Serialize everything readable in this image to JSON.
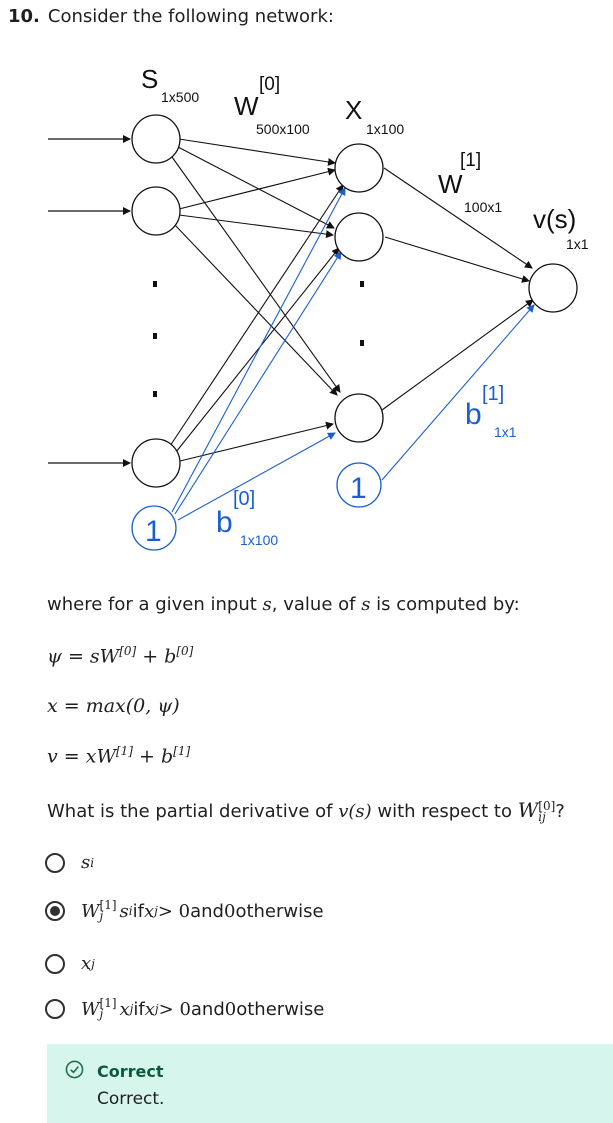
{
  "question": {
    "number": "10.",
    "title": "Consider the following network:"
  },
  "diagram": {
    "s_label": "S",
    "s_dim": "1x500",
    "w0_label": "W",
    "w0_sup": "[0]",
    "w0_dim": "500x100",
    "x_label": "X",
    "x_dim": "1x100",
    "w1_label": "W",
    "w1_sup": "[1]",
    "w1_dim": "100x1",
    "v_label": "v(s)",
    "v_dim": "1x1",
    "b0_label": "b",
    "b0_sup": "[0]",
    "b0_dim": "1x100",
    "b1_label": "b",
    "b1_sup": "[1]",
    "b1_dim": "1x1",
    "bias_node_1": "1",
    "bias_node_2": "1"
  },
  "description": {
    "intro_pre": "where for a given input ",
    "intro_mid": ", value of ",
    "intro_post": " is computed by:",
    "var_s": "s"
  },
  "equations": {
    "psi": "ψ = sW",
    "psi_sup": "[0]",
    "psi_plus": " + b",
    "psi_sup2": "[0]",
    "x_eq": "x = max(0, ψ)",
    "v_eq": "v = xW",
    "v_sup": "[1]",
    "v_plus": " + b",
    "v_sup2": "[1]"
  },
  "prompt": {
    "text": "What is the partial derivative of ",
    "vs": "v(s)",
    "mid": " with respect to ",
    "w": "W",
    "w_sup": "[0]",
    "w_sub": "ij",
    "end": "?"
  },
  "options": [
    {
      "main": "s",
      "sub": "i",
      "selected": false
    },
    {
      "main": "W",
      "sup": "[1]",
      "sub": "j",
      "rest": "s",
      "rest_sub": "i",
      "if": " if ",
      "cond": "x",
      "cond_sub": "j",
      "cond_tail": " > 0",
      "and": " and ",
      "zero": "0",
      "otherwise": " otherwise",
      "selected": true
    },
    {
      "main": "x",
      "sub": "j",
      "selected": false
    },
    {
      "main": "W",
      "sup": "[1]",
      "sub": "j",
      "rest": "x",
      "rest_sub": "j",
      "if": " if ",
      "cond": "x",
      "cond_sub": "j",
      "cond_tail": " > 0",
      "and": " and ",
      "zero": "0",
      "otherwise": " otherwise",
      "selected": false
    }
  ],
  "feedback": {
    "title": "Correct",
    "text": "Correct.",
    "color": "#d6f5ec"
  },
  "colors": {
    "blue": "#1a5fd1",
    "black": "#111111"
  }
}
